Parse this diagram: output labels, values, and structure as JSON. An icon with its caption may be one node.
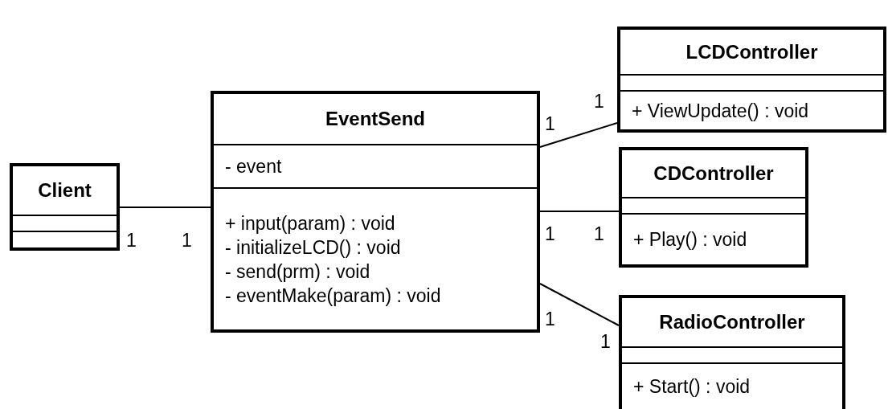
{
  "diagram": {
    "nodes": [
      {
        "text": [
          "Client"
        ]
      },
      {
        "text": [
          "EventSend",
          "- event",
          "+ input(param) : void",
          "- initializeLCD() : void",
          "- send(prm) : void",
          "- eventMake(param) : void"
        ]
      },
      {
        "text": [
          "LCDController",
          "+ ViewUpdate() : void"
        ]
      },
      {
        "text": [
          "CDController",
          "+ Play() : void"
        ]
      },
      {
        "text": [
          "RadioController",
          "+ Start() : void"
        ]
      }
    ],
    "edges": [
      {
        "from": 0,
        "to": 1,
        "arrow": "none"
      },
      {
        "from": 1,
        "to": 2,
        "arrow": "none"
      },
      {
        "from": 1,
        "to": 3,
        "arrow": "none"
      },
      {
        "from": 1,
        "to": 4,
        "arrow": "none"
      }
    ],
    "labels": [
      "1",
      "1",
      "1",
      "1",
      "1",
      "1",
      "1",
      "1"
    ]
  }
}
